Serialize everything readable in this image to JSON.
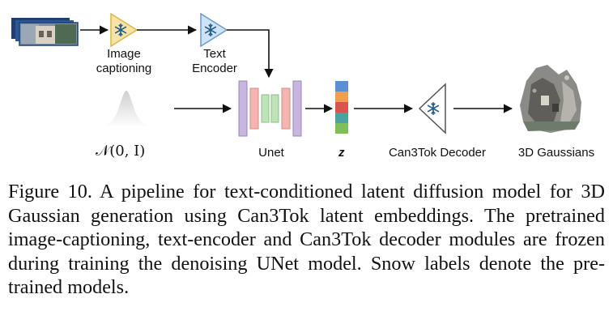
{
  "diagram": {
    "labels": {
      "image_captioning": [
        "Image",
        "captioning"
      ],
      "text_encoder": [
        "Text",
        "Encoder"
      ],
      "unet": "Unet",
      "latent": "z",
      "decoder": "Can3Tok Decoder",
      "output": "3D Gaussians",
      "noise": "𝒩(0, I)"
    },
    "colors": {
      "frozen_triangle_fill": "#f7e3a5",
      "frozen_triangle_stroke": "#d9b74a",
      "text_encoder_fill": "#cfe3f5",
      "text_encoder_stroke": "#6a9bc9",
      "snowflake": "#1f5c8a",
      "unet_outer": "#c9b6e0",
      "unet_mid": "#f4b5b0",
      "unet_inner": "#bfe3b8",
      "latent_blue": "#5b8fd4",
      "latent_orange": "#f0a04b",
      "latent_red": "#d9534f",
      "latent_teal": "#4aa3a0",
      "latent_green": "#7fbf5a"
    },
    "icons": [
      "snowflake-icon",
      "image-stack-icon",
      "gaussian-curve-icon",
      "gaussian-scene-icon"
    ]
  },
  "caption": {
    "text": "Figure 10. A pipeline for text-conditioned latent diffusion model for 3D Gaussian generation using Can3Tok latent embeddings. The pretrained image-captioning, text-encoder and Can3Tok decoder modules are frozen during training the denoising UNet model. Snow labels denote the pre-trained models."
  }
}
